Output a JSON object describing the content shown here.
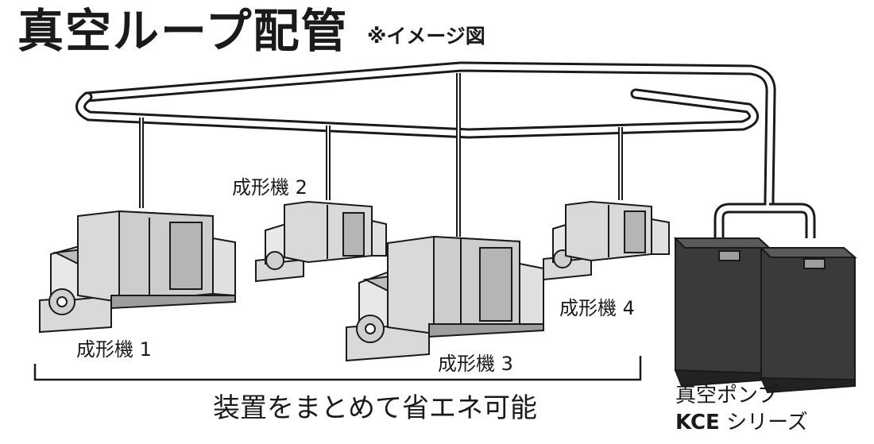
{
  "title": "真空ループ配管",
  "subtitle": "※イメージ図",
  "machines": [
    {
      "label": "成形機 1"
    },
    {
      "label": "成形機 2"
    },
    {
      "label": "成形機 3"
    },
    {
      "label": "成形機 4"
    }
  ],
  "pump": {
    "label": "真空ポンプ",
    "series_code": "KCE",
    "series_suffix": " シリーズ"
  },
  "summary": "装置をまとめて省エネ可能",
  "colors": {
    "line": "#1a1a1a",
    "machine_light": "#d9d9d9",
    "machine_mid": "#b5b5b5",
    "pump_body": "#3a3a3a"
  }
}
